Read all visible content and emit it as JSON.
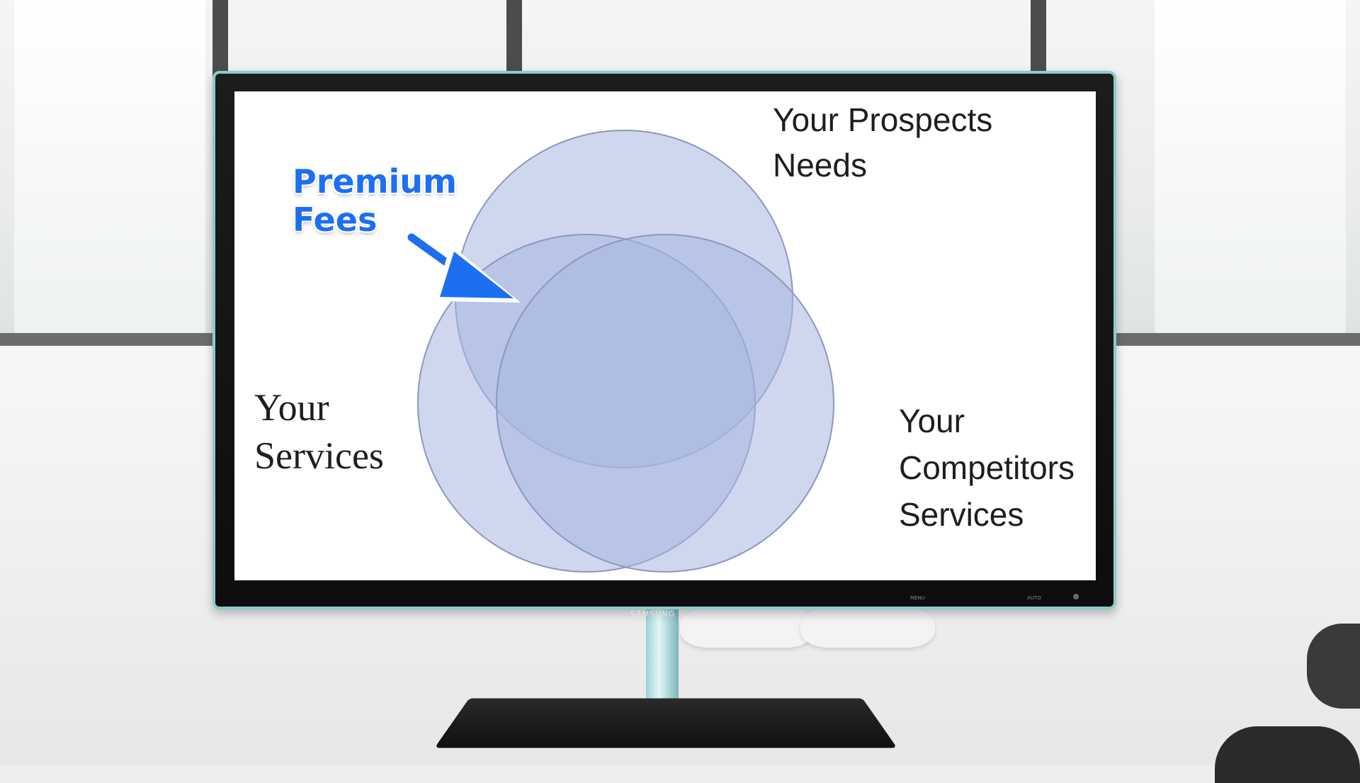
{
  "labels": {
    "prospects_line1": "Your Prospects",
    "prospects_line2": "Needs",
    "services_line1": "Your",
    "services_line2": "Services",
    "competitors_line1": "Your",
    "competitors_line2": "Competitors",
    "competitors_line3": "Services",
    "premium_line1": "Premium",
    "premium_line2": "Fees"
  },
  "monitor": {
    "brand": "SAMSUNG",
    "controls": [
      "MENU",
      "AUTO"
    ]
  },
  "colors": {
    "circle_fill": "#a8b6e0",
    "circle_stroke": "#8b97bf",
    "accent_label": "#1d6ff2",
    "arrow": "#1d6ff2",
    "bezel_trim": "#8fc9cf"
  }
}
